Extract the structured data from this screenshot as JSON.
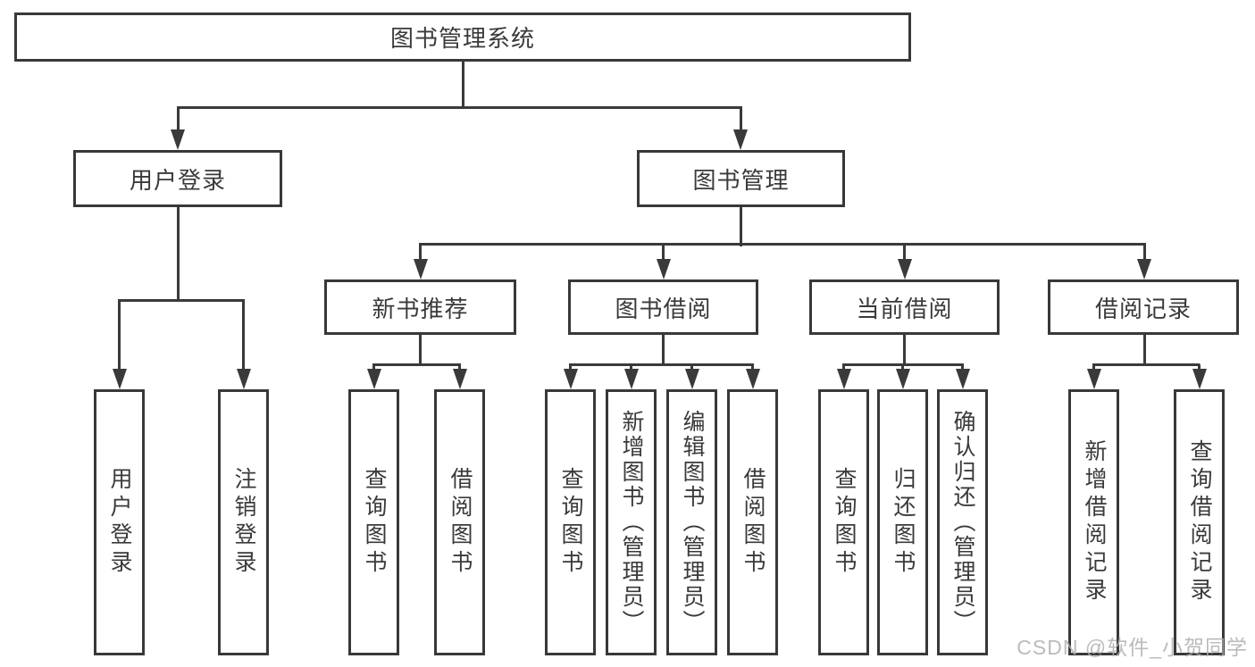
{
  "diagram": {
    "tree": {
      "root": {
        "label": "图书管理系统"
      },
      "children": [
        {
          "label": "用户登录",
          "children": [
            {
              "label": "用户登录"
            },
            {
              "label": "注销登录"
            }
          ]
        },
        {
          "label": "图书管理",
          "children": [
            {
              "label": "新书推荐",
              "children": [
                {
                  "label": "查询图书"
                },
                {
                  "label": "借阅图书"
                }
              ]
            },
            {
              "label": "图书借阅",
              "children": [
                {
                  "label": "查询图书"
                },
                {
                  "label": "新增图书（管理员）"
                },
                {
                  "label": "编辑图书（管理员）"
                },
                {
                  "label": "借阅图书"
                }
              ]
            },
            {
              "label": "当前借阅",
              "children": [
                {
                  "label": "查询图书"
                },
                {
                  "label": "归还图书"
                },
                {
                  "label": "确认归还（管理员）"
                }
              ]
            },
            {
              "label": "借阅记录",
              "children": [
                {
                  "label": "新增借阅记录"
                },
                {
                  "label": "查询借阅记录"
                }
              ]
            }
          ]
        }
      ]
    },
    "watermark": "CSDN @软件_小贺同学",
    "colors": {
      "line": "#3a3a3a",
      "text": "#3a3a3a",
      "box_background": "#ffffff",
      "page_background": "#ffffff",
      "watermark": "#afafaf"
    }
  }
}
